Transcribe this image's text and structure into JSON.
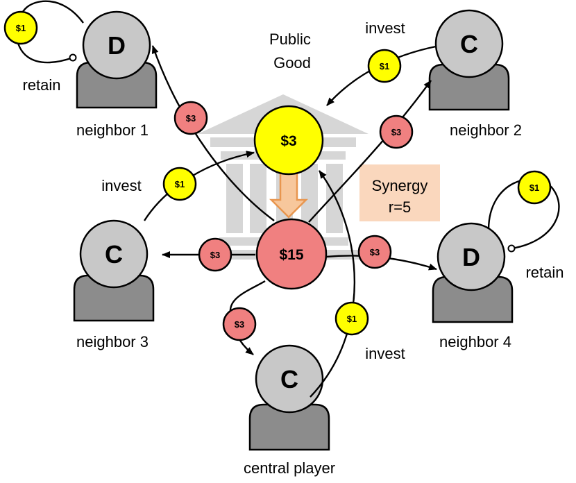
{
  "title": "Public Good",
  "synergy": {
    "line1": "Synergy",
    "line2": "r=5"
  },
  "pool": {
    "invested": "$3",
    "multiplied": "$15"
  },
  "players": [
    {
      "id": "neighbor1",
      "strategy": "D",
      "label": "neighbor 1",
      "action": "retain",
      "coin": "$1",
      "share": "$3"
    },
    {
      "id": "neighbor2",
      "strategy": "C",
      "label": "neighbor 2",
      "action": "invest",
      "coin": "$1",
      "share": "$3"
    },
    {
      "id": "neighbor3",
      "strategy": "C",
      "label": "neighbor 3",
      "action": "invest",
      "coin": "$1",
      "share": "$3"
    },
    {
      "id": "neighbor4",
      "strategy": "D",
      "label": "neighbor 4",
      "action": "retain",
      "coin": "$1",
      "share": "$3"
    },
    {
      "id": "central",
      "strategy": "C",
      "label": "central player",
      "action": "invest",
      "coin": "$1",
      "share": "$3"
    }
  ],
  "colors": {
    "invest_coin": "#ffff00",
    "share_coin": "#f08080",
    "player_head": "#c8c8c8",
    "player_body": "#8c8c8c",
    "building": "#d3d3d3",
    "synergy_box": "#fad7bd",
    "arrow_fill": "#f7c79c",
    "arrow_stroke": "#e8964f"
  }
}
